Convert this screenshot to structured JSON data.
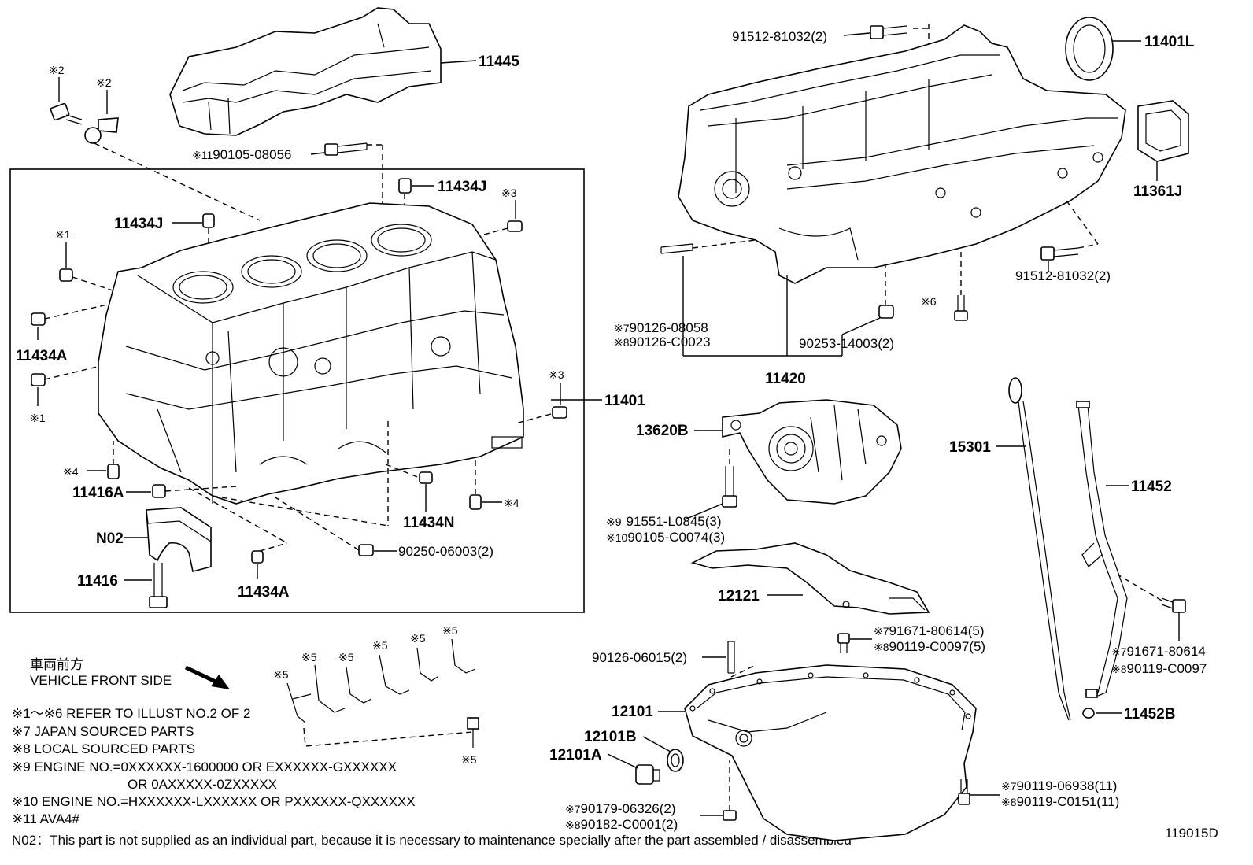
{
  "diagram_id": "119015D",
  "labels": {
    "p11445": "11445",
    "p11434J_top": "11434J",
    "p11434J_left": "11434J",
    "p11434A_left": "11434A",
    "p11434A_bottom": "11434A",
    "p11401": "11401",
    "p11416A": "11416A",
    "p11416": "11416",
    "pN02": "N02",
    "p11434N": "11434N",
    "p90250": "90250-06003(2)",
    "p90105_08056": "90105-08056",
    "p91512_top": "91512-81032(2)",
    "p91512_right": "91512-81032(2)",
    "p11401L": "11401L",
    "p11361J": "11361J",
    "p90126_08058": "90126-08058",
    "p90126_C0023": "90126-C0023",
    "p90253": "90253-14003(2)",
    "p11420": "11420",
    "p13620B": "13620B",
    "p91551": "91551-L0845(3)",
    "p90105_C0074": "90105-C0074(3)",
    "p12121": "12121",
    "p15301": "15301",
    "p11452": "11452",
    "p11452B": "11452B",
    "p91671_mid": "91671-80614(5)",
    "p90119_C0097_mid": "90119-C0097(5)",
    "p91671_right": "91671-80614",
    "p90119_C0097_right": "90119-C0097",
    "p90126_06015": "90126-06015(2)",
    "p12101": "12101",
    "p12101B": "12101B",
    "p12101A": "12101A",
    "p90119_06938": "90119-06938(11)",
    "p90119_C0151": "90119-C0151(11)",
    "p90179": "90179-06326(2)",
    "p90182": "90182-C0001(2)"
  },
  "marks": {
    "m2": "※2",
    "m1": "※1",
    "m3": "※3",
    "m4": "※4",
    "m5": "※5",
    "m6": "※6",
    "m7": "※7",
    "m8": "※8",
    "m9": "※9",
    "m10": "※10",
    "m11": "※11"
  },
  "notes": {
    "front_jp": "車両前方",
    "front_en": "VEHICLE FRONT SIDE",
    "n1": "※1～※6 REFER TO ILLUST NO.2 OF 2",
    "n7": "※7 JAPAN SOURCED PARTS",
    "n8": "※8 LOCAL SOURCED PARTS",
    "n9": "※9 ENGINE NO.=0XXXXXX-1600000 OR EXXXXXX-GXXXXXX",
    "n9b": "OR 0AXXXXX-0ZXXXXX",
    "n10": "※10 ENGINE NO.=HXXXXXX-LXXXXXX OR PXXXXXX-QXXXXXX",
    "n11": "※11 AVA4#",
    "n02": "N02：This part is not supplied as an individual part, because it is necessary to maintenance specially after the part assembled / disassembled"
  }
}
